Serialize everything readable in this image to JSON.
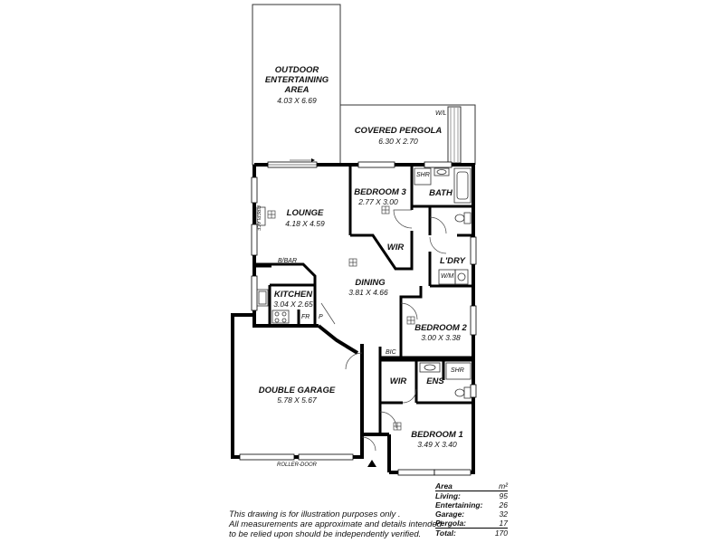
{
  "rooms": {
    "outdoor": {
      "name_line1": "OUTDOOR",
      "name_line2": "ENTERTAINING",
      "name_line3": "AREA",
      "dims": "4.03 X 6.69"
    },
    "pergola": {
      "name": "COVERED PERGOLA",
      "dims": "6.30 X 2.70"
    },
    "lounge": {
      "name": "LOUNGE",
      "dims": "4.18 X 4.59"
    },
    "bedroom3": {
      "name": "BEDROOM 3",
      "dims": "2.77 X 3.00"
    },
    "bath": {
      "name": "BATH"
    },
    "wir_top": {
      "name": "WIR"
    },
    "laundry": {
      "name": "L'DRY"
    },
    "dining": {
      "name": "DINING",
      "dims": "3.81 X 4.66"
    },
    "kitchen": {
      "name": "KITCHEN",
      "dims": "3.04 X 2.65"
    },
    "bedroom2": {
      "name": "BEDROOM 2",
      "dims": "3.00 X 3.38"
    },
    "garage": {
      "name": "DOUBLE GARAGE",
      "dims": "5.78 X 5.67"
    },
    "wir_bottom": {
      "name": "WIR"
    },
    "ensuite": {
      "name": "ENS"
    },
    "bedroom1": {
      "name": "BEDROOM 1",
      "dims": "3.49 X 3.40"
    }
  },
  "fixtures": {
    "shr_top": "SHR",
    "shr_bottom": "SHR",
    "wl": "W/L",
    "bbar": "B/BAR",
    "fr": "FR",
    "p": "P",
    "bic": "BIC",
    "wm": "W/M",
    "roller_door": "ROLLER-DOOR",
    "fireplace": "FIREPLACE"
  },
  "disclaimer": {
    "line1": "This drawing is for illustration purposes only .",
    "line2": "All measurements are approximate and details intended",
    "line3": "to be relied upon should be independently verified."
  },
  "area_table": {
    "header_label": "Area",
    "header_unit": "m²",
    "rows": [
      {
        "label": "Living:",
        "value": "95"
      },
      {
        "label": "Entertaining:",
        "value": "26"
      },
      {
        "label": "Garage:",
        "value": "32"
      },
      {
        "label": "Pergola:",
        "value": "17"
      }
    ],
    "total_label": "Total:",
    "total_value": "170"
  }
}
